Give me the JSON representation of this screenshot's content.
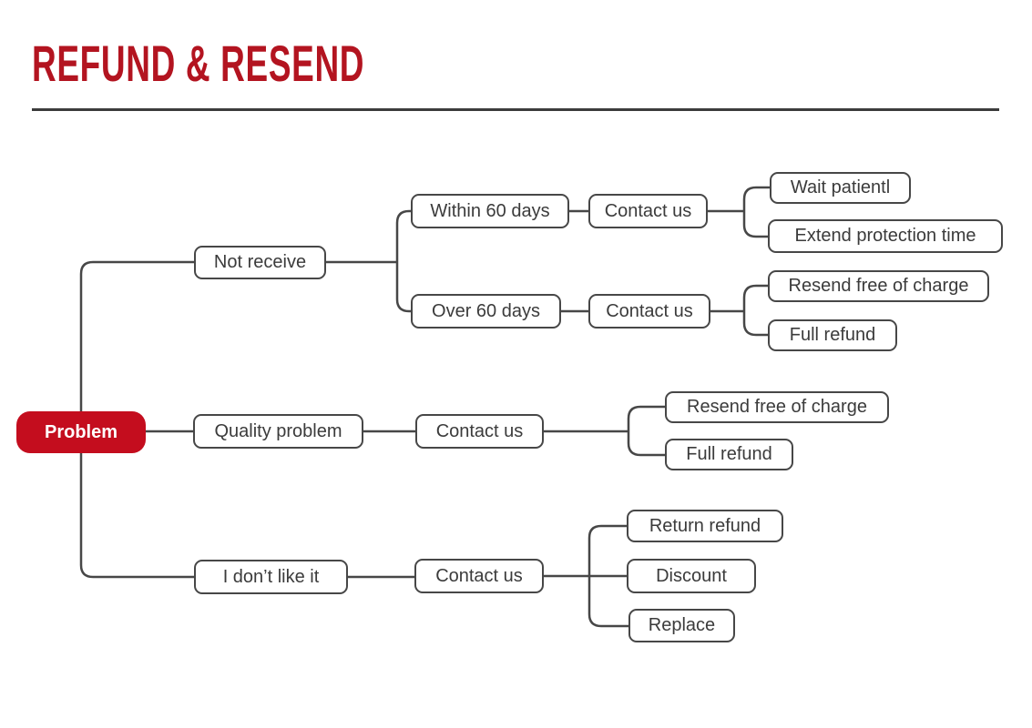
{
  "title": "REFUND & RESEND",
  "colors": {
    "title_red": "#b31420",
    "root_red": "#c40d1e",
    "line_gray": "#474747",
    "text_gray": "#3b3b3b"
  },
  "root": {
    "label": "Problem"
  },
  "branches": [
    {
      "label": "Not receive",
      "cases": [
        {
          "label": "Within 60 days",
          "action": "Contact us",
          "outcomes": [
            "Wait patientl",
            "Extend protection time"
          ]
        },
        {
          "label": "Over 60 days",
          "action": "Contact us",
          "outcomes": [
            "Resend free of charge",
            "Full refund"
          ]
        }
      ]
    },
    {
      "label": "Quality problem",
      "action": "Contact us",
      "outcomes": [
        "Resend free of charge",
        "Full refund"
      ]
    },
    {
      "label": "I don’t like it",
      "action": "Contact us",
      "outcomes": [
        "Return refund",
        "Discount",
        "Replace"
      ]
    }
  ]
}
